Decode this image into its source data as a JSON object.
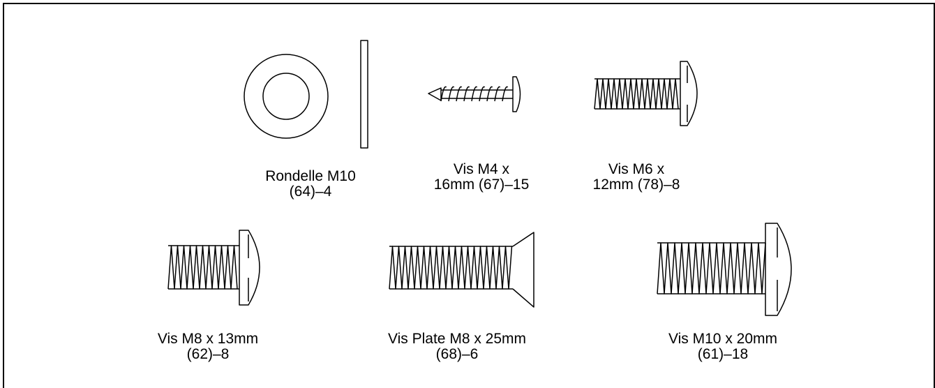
{
  "parts": [
    {
      "id": "washer-m10",
      "line1": "Rondelle M10",
      "line2": "(64)–4"
    },
    {
      "id": "screw-m4x16",
      "line1": "Vis M4 x",
      "line2": "16mm (67)–15"
    },
    {
      "id": "screw-m6x12",
      "line1": "Vis M6 x",
      "line2": "12mm (78)–8"
    },
    {
      "id": "screw-m8x13",
      "line1": "Vis M8 x 13mm",
      "line2": "(62)–8"
    },
    {
      "id": "flat-screw-m8x25",
      "line1": "Vis Plate M8 x 25mm",
      "line2": "(68)–6"
    },
    {
      "id": "screw-m10x20",
      "line1": "Vis M10 x 20mm",
      "line2": "(61)–18"
    }
  ],
  "colors": {
    "stroke": "#000000",
    "background": "#ffffff"
  }
}
